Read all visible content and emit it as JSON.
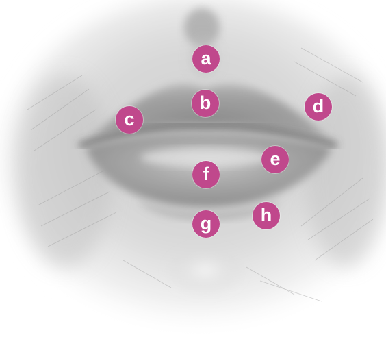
{
  "marker_color": "#c0488c",
  "image": {
    "subject": "pencil-drawing-of-lips",
    "skin_tone": "#d4d4d4",
    "lip_tone": "#8a8a8a"
  },
  "markers": [
    {
      "id": "a",
      "label": "a"
    },
    {
      "id": "b",
      "label": "b"
    },
    {
      "id": "c",
      "label": "c"
    },
    {
      "id": "d",
      "label": "d"
    },
    {
      "id": "e",
      "label": "e"
    },
    {
      "id": "f",
      "label": "f"
    },
    {
      "id": "g",
      "label": "g"
    },
    {
      "id": "h",
      "label": "h"
    }
  ]
}
